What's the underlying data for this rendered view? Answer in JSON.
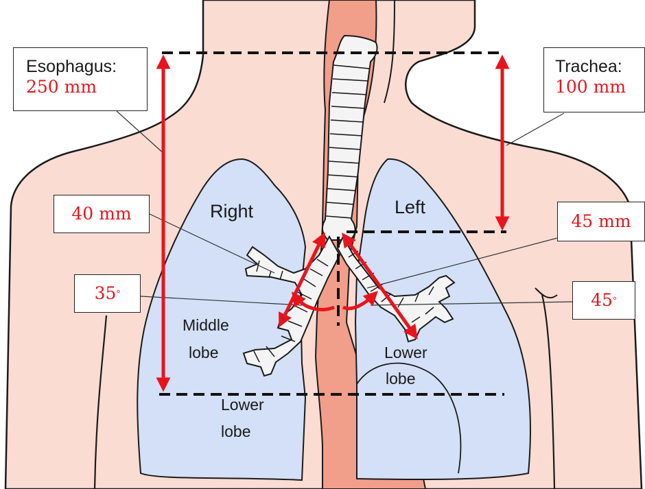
{
  "lobes": {
    "right": "Right",
    "left": "Left",
    "middle_line1": "Middle",
    "middle_line2": "lobe",
    "right_lower_line1": "Lower",
    "right_lower_line2": "lobe",
    "left_lower_line1": "Lower",
    "left_lower_line2": "lobe"
  },
  "callouts": {
    "esophagus": {
      "name": "Esophagus:",
      "value": "250 mm"
    },
    "trachea": {
      "name": "Trachea:",
      "value": "100 mm"
    },
    "right_bronchus_length": "40 mm",
    "left_bronchus_length": "45 mm",
    "right_bronchus_angle": "35",
    "left_bronchus_angle": "45",
    "degree_symbol": "°"
  },
  "colors": {
    "skin": "#fadcd3",
    "lung": "#d3e0f7",
    "esophagus": "#f19e8a",
    "arrow": "#e8141c",
    "outline": "#1a1a1a"
  }
}
